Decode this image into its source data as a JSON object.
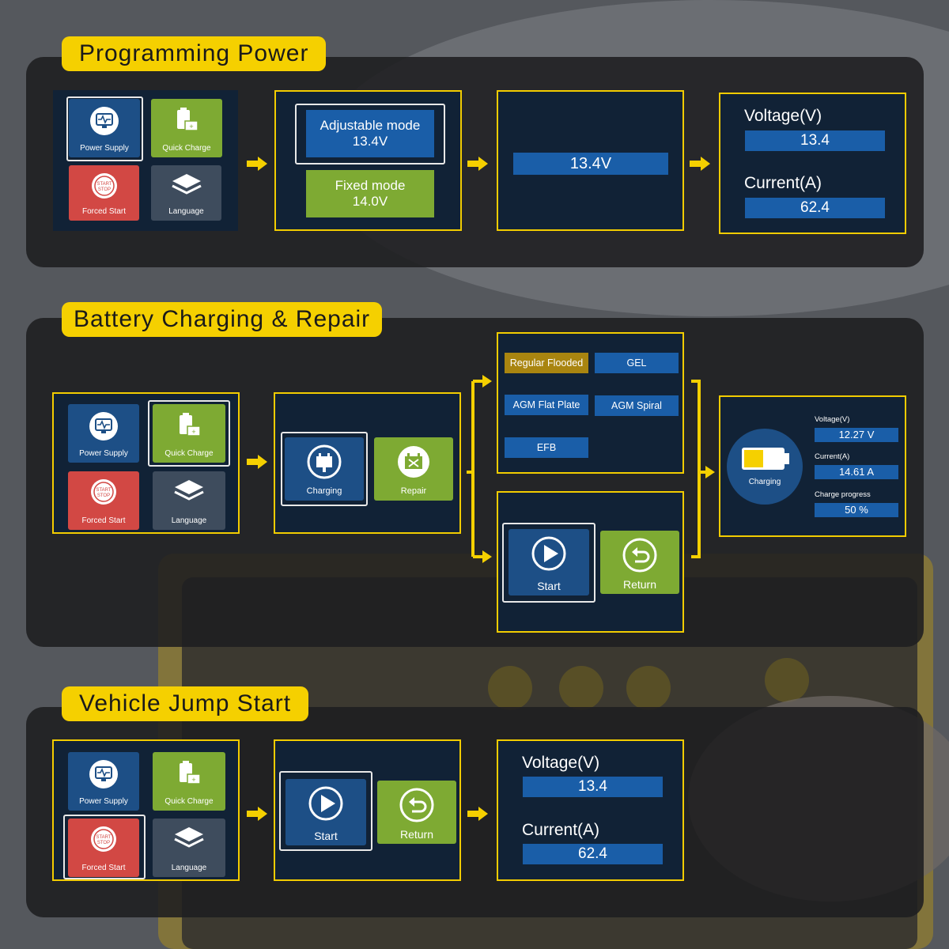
{
  "sections": {
    "programming": {
      "title": "Programming Power"
    },
    "charging": {
      "title": "Battery Charging & Repair"
    },
    "jump": {
      "title": "Vehicle Jump Start"
    }
  },
  "menu": {
    "power_supply": "Power Supply",
    "quick_charge": "Quick Charge",
    "forced_start": "Forced Start",
    "start_stop": "START STOP",
    "language": "Language"
  },
  "modes": {
    "adjustable_label": "Adjustable mode",
    "adjustable_value": "13.4V",
    "fixed_label": "Fixed mode",
    "fixed_value": "14.0V"
  },
  "setting_value": "13.4V",
  "readout": {
    "voltage_label": "Voltage(V)",
    "voltage_value": "13.4",
    "current_label": "Current(A)",
    "current_value": "62.4"
  },
  "charge_menu": {
    "charging": "Charging",
    "repair": "Repair"
  },
  "battery_types": [
    "Regular Flooded",
    "GEL",
    "AGM Flat Plate",
    "AGM Spiral",
    "EFB"
  ],
  "battery_types_selected": "Regular Flooded",
  "actions": {
    "start": "Start",
    "return": "Return"
  },
  "charging_status": {
    "state": "Charging",
    "voltage_label": "Voltage(V)",
    "voltage_value": "12.27 V",
    "current_label": "Current(A)",
    "current_value": "14.61 A",
    "progress_label": "Charge progress",
    "progress_value": "50 %",
    "progress": 0.5
  },
  "colors": {
    "accent": "#f5d000",
    "panel": "#112236",
    "bar": "#1a5ea8",
    "green": "#7eaa33",
    "red": "#d24844"
  }
}
